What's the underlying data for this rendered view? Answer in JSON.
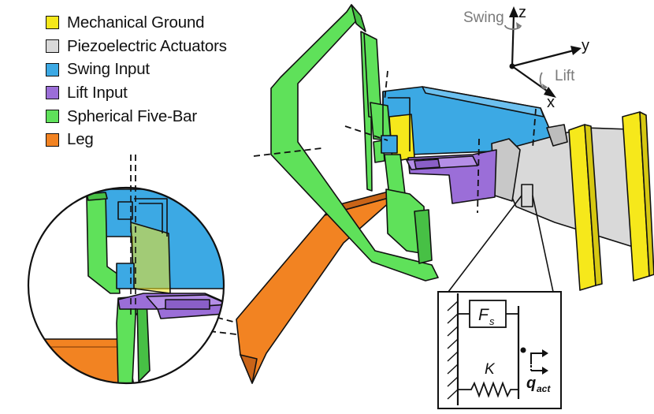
{
  "legend": {
    "items": [
      {
        "label": "Mechanical Ground",
        "color": "#f6e81b"
      },
      {
        "label": "Piezoelectric Actuators",
        "color": "#d9d9d9"
      },
      {
        "label": "Swing Input",
        "color": "#3ca9e4"
      },
      {
        "label": "Lift Input",
        "color": "#9b6ed8"
      },
      {
        "label": "Spherical Five-Bar",
        "color": "#5fe15a"
      },
      {
        "label": "Leg",
        "color": "#f28322"
      }
    ]
  },
  "axes": {
    "z": "z",
    "y": "y",
    "x": "x",
    "swing": "Swing",
    "lift": "Lift"
  },
  "actuator_model": {
    "force": "F",
    "force_sub": "s",
    "stiffness": "K",
    "output": "q",
    "output_sub": "act"
  },
  "colors": {
    "outline": "#111111",
    "axis_label": "#7a7a7a",
    "zoom_fill": "#ffffff"
  }
}
